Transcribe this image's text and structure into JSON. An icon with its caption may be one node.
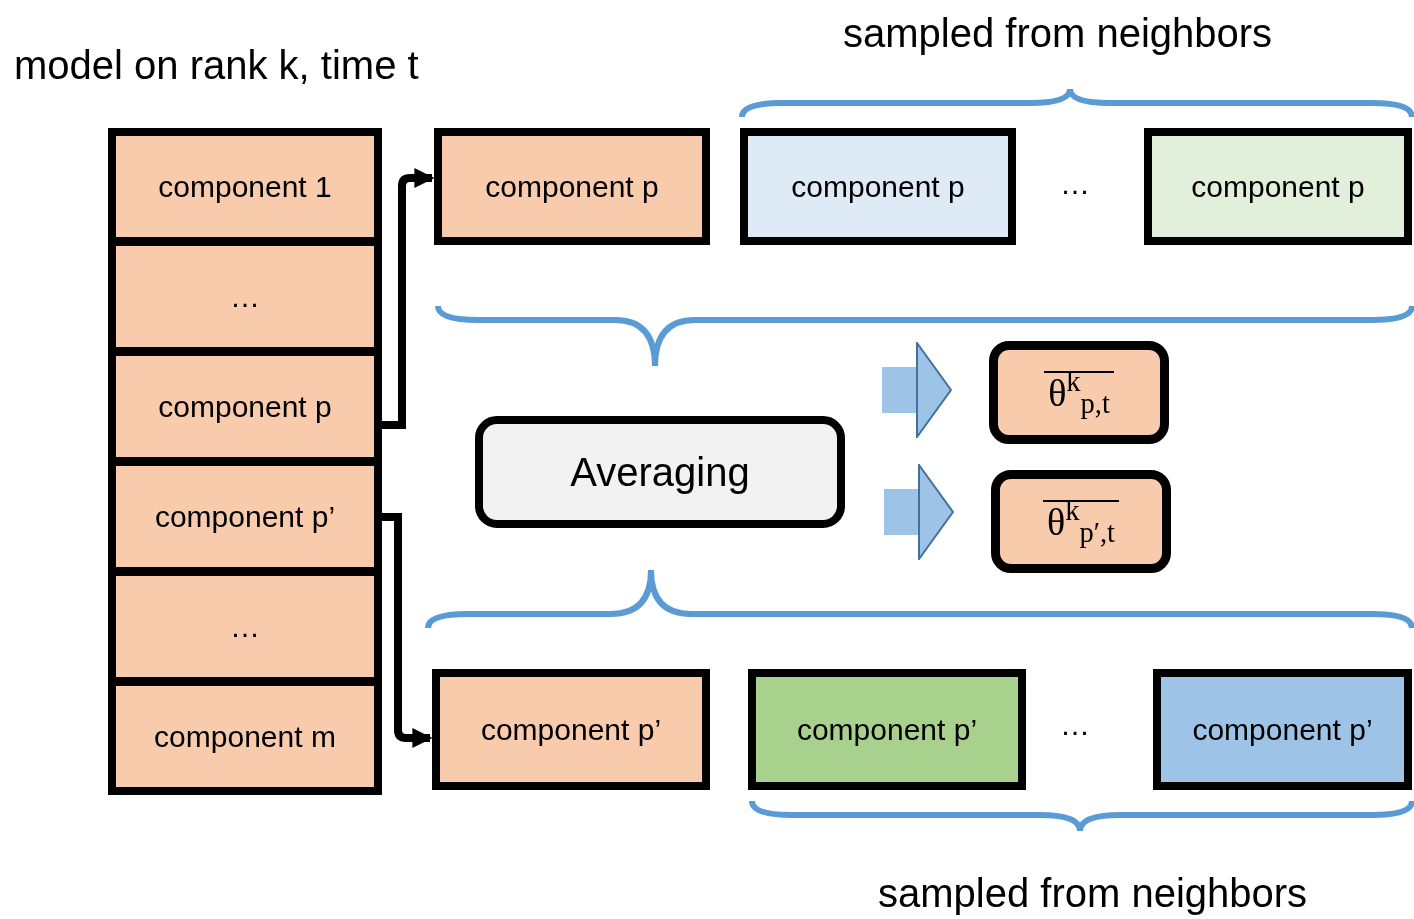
{
  "diagram": {
    "nodes": [
      {
        "text": [
          "component 1"
        ]
      },
      {
        "text": [
          "…"
        ]
      },
      {
        "text": [
          "component p"
        ]
      },
      {
        "text": [
          "component p’"
        ]
      },
      {
        "text": [
          "…"
        ]
      },
      {
        "text": [
          "component m"
        ]
      },
      {
        "text": [
          "component p"
        ]
      },
      {
        "text": [
          "component p"
        ]
      },
      {
        "text": [
          "component p"
        ]
      },
      {
        "text": [
          "Averaging"
        ]
      },
      {
        "text": [
          "θ$^{k}$$_{p,t}$"
        ]
      },
      {
        "text": [
          "θ$^{k}$$_{p′,t}$"
        ]
      },
      {
        "text": [
          "component p’"
        ]
      },
      {
        "text": [
          "component p’"
        ]
      },
      {
        "text": [
          "component p’"
        ]
      }
    ],
    "edges": [
      {
        "from": 2,
        "to": 6,
        "arrow": "to"
      },
      {
        "from": 3,
        "to": 12,
        "arrow": "to"
      },
      {
        "from": null,
        "to": 10,
        "arrow": "to",
        "style": "thick",
        "color": "#9dc3e6"
      },
      {
        "from": null,
        "to": 11,
        "arrow": "to",
        "style": "thick",
        "color": "#9dc3e6"
      }
    ],
    "labels": [
      "model on rank k, time t",
      "sampled from neighbors",
      "…",
      "…",
      "sampled from neighbors"
    ]
  }
}
